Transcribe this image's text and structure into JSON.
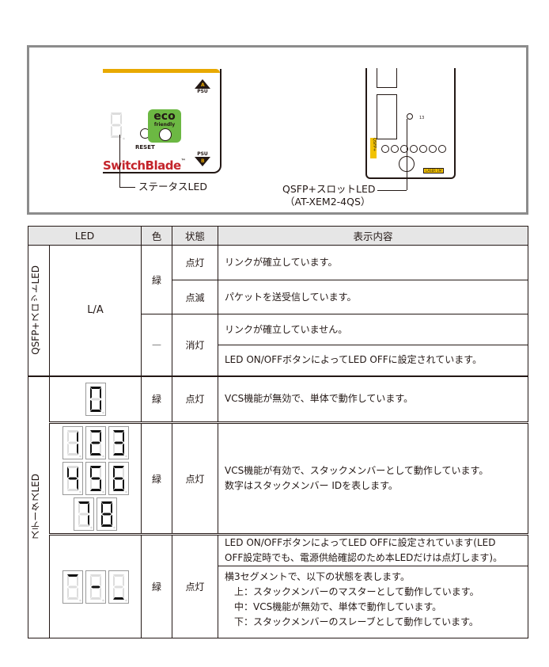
{
  "figure": {
    "brand": "SwitchBlade",
    "tm": "™",
    "eco_top": "eco",
    "eco_bottom": "friendly",
    "reset": "RESET",
    "psu_a": "PSU",
    "psu_a_letter": "A",
    "psu_b": "PSU",
    "psu_b_letter": "B",
    "status_led_label": "ステータスLED",
    "qsfp_label_line1": "QSFP+スロットLED",
    "qsfp_label_line2": "（AT-XEM2-4QS）",
    "port_label": "QSFP+",
    "port_number": "13",
    "laser_label": "LASER 1M"
  },
  "table": {
    "headers": [
      "LED",
      "色",
      "状態",
      "表示内容"
    ],
    "qsfp": {
      "group": "QSFP+スロットLED",
      "name": "L/A",
      "rows": [
        {
          "color": "緑",
          "state": "点灯",
          "desc": "リンクが確立しています。"
        },
        {
          "state": "点滅",
          "desc": "パケットを送受信しています。"
        },
        {
          "color": "—",
          "state": "消灯",
          "desc": "リンクが確立していません。"
        },
        {
          "desc": "LED ON/OFFボタンによってLED OFFに設定されています。"
        }
      ]
    },
    "status": {
      "group": "ステータスLED",
      "rows": [
        {
          "digits": [
            "0"
          ],
          "color": "緑",
          "state": "点灯",
          "desc": "VCS機能が無効で、単体で動作しています。"
        },
        {
          "digits": [
            [
              "1",
              "2",
              "3"
            ],
            [
              "4",
              "5",
              "6"
            ],
            [
              "7",
              "8"
            ]
          ],
          "color": "緑",
          "state": "点灯",
          "desc": [
            "VCS機能が有効で、スタックメンバーとして動作しています。",
            "数字はスタックメンバー IDを表します。"
          ]
        },
        {
          "segments": [
            "a",
            "g",
            "d"
          ],
          "color": "緑",
          "state": "点灯",
          "desc_a": [
            "LED ON/OFFボタンによってLED OFFに設定されています(LED",
            "OFF設定時でも、電源供給確認のため本LEDだけは点灯します)。"
          ],
          "desc_b": [
            "横3セグメントで、以下の状態を表します。",
            "上：スタックメンバーのマスターとして動作しています。",
            "中：VCS機能が無効で、単体で動作しています。",
            "下：スタックメンバーのスレーブとして動作しています。"
          ]
        }
      ]
    }
  }
}
